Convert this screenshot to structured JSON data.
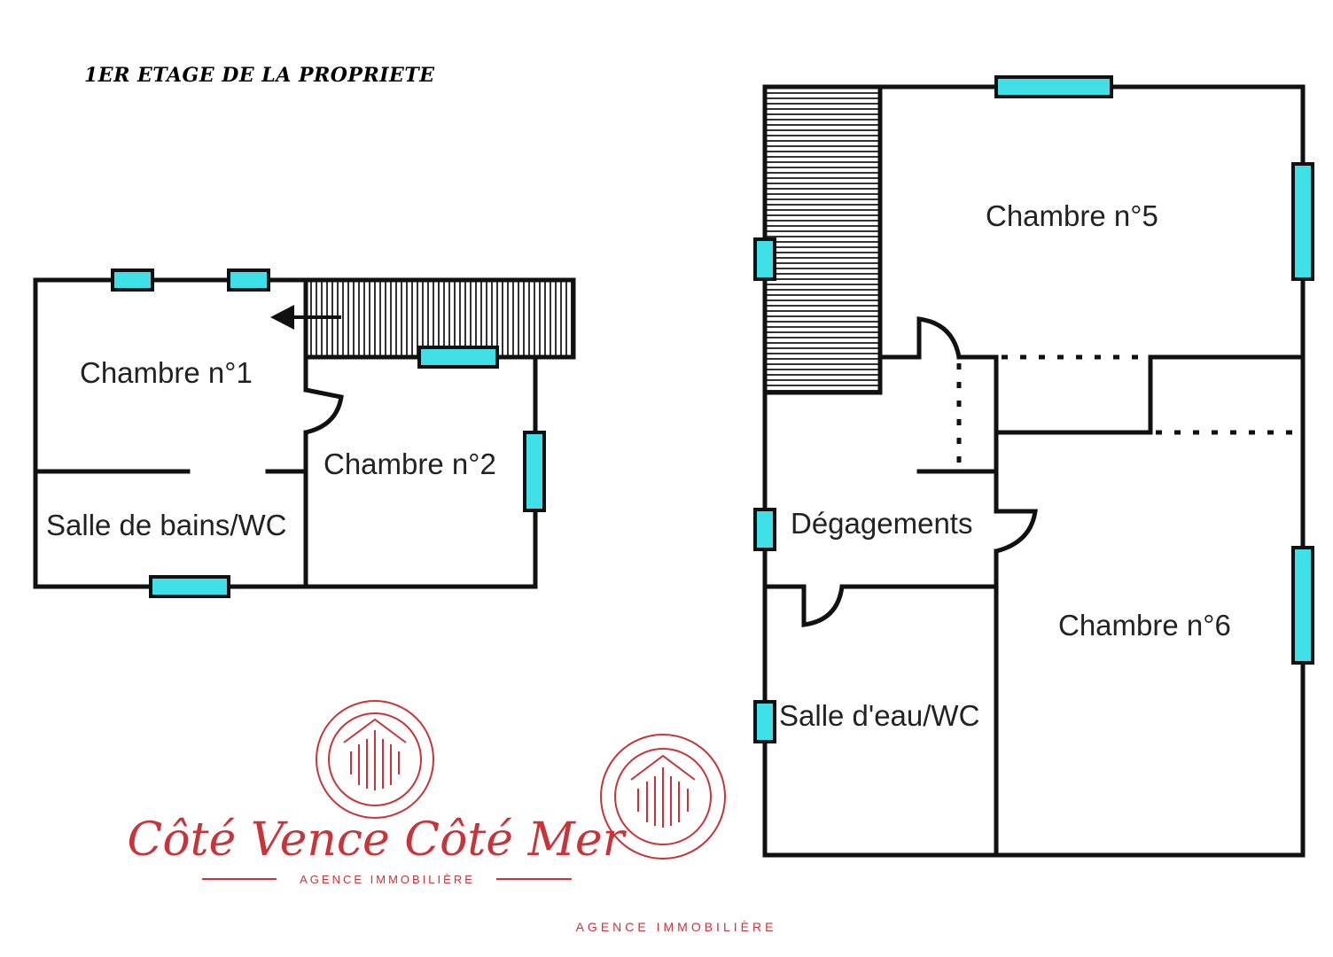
{
  "title": "1ER ETAGE DE LA PROPRIETE",
  "rooms": {
    "chambre1": "Chambre n°1",
    "chambre2": "Chambre n°2",
    "salle_bains": "Salle de bains/WC",
    "chambre5": "Chambre n°5",
    "degagements": "Dégagements",
    "chambre6": "Chambre n°6",
    "salle_eau": "Salle d'eau/WC"
  },
  "brand": {
    "name": "Côté Vence Côté Mer",
    "tagline": "AGENCE IMMOBILIÈRE",
    "footer": "AGENCE IMMOBILIÈRE"
  },
  "colors": {
    "wall": "#111111",
    "window": "#3fe0e8",
    "brand": "#c8343a"
  }
}
